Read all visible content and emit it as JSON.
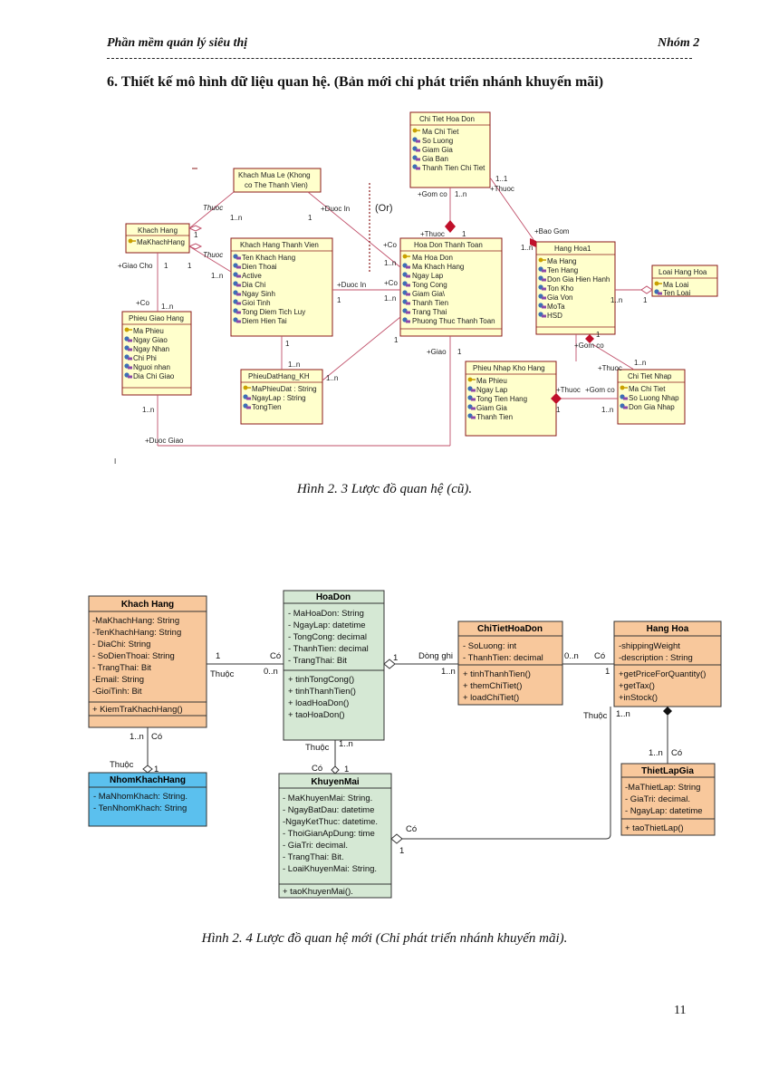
{
  "header": {
    "left": "Phần mềm quản lý siêu thị",
    "right": "Nhóm 2"
  },
  "section_title": "6. Thiết kế mô hình dữ liệu quan hệ. (Bản mới chỉ phát triển nhánh khuyến mãi)",
  "figure1": {
    "caption": "Hình 2. 3 Lược đồ quan hệ (cũ).",
    "entities": {
      "chi_tiet_hoa_don": {
        "title": "Chi Tiet Hoa Don",
        "attrs": [
          "Ma Chi Tiet",
          "So Luong",
          "Giam Gia",
          "Gia Ban",
          "Thanh Tien Chi Tiet"
        ]
      },
      "khach_mua_le": {
        "title_1": "Khach Mua Le (Khong",
        "title_2": "co The Thanh Vien)"
      },
      "khach_hang": {
        "title": "Khach Hang",
        "attrs": [
          "MaKhachHang"
        ]
      },
      "khach_hang_thanh_vien": {
        "title": "Khach Hang Thanh Vien",
        "attrs": [
          "Ten Khach Hang",
          "Dien Thoai",
          "Active",
          "Dia Chi",
          "Ngay Sinh",
          "Gioi Tinh",
          "Tong Diem Tich Luy",
          "Diem Hien Tai"
        ]
      },
      "hoa_don_thanh_toan": {
        "title": "Hoa Don Thanh Toan",
        "attrs": [
          "Ma Hoa Don",
          "Ma Khach Hang",
          "Ngay Lap",
          "Tong Cong",
          "Giam Gia\\",
          "Thanh Tien",
          "Trang Thai",
          "Phuong Thuc Thanh Toan"
        ]
      },
      "hang_hoa1": {
        "title": "Hang Hoa1",
        "attrs": [
          "Ma Hang",
          "Ten Hang",
          "Don Gia Hien Hanh",
          "Ton Kho",
          "Gia Von",
          "MoTa",
          "HSD"
        ]
      },
      "loai_hang_hoa": {
        "title": "Loai Hang Hoa",
        "attrs": [
          "Ma Loai",
          "Ten Loai"
        ]
      },
      "phieu_giao_hang": {
        "title": "Phieu Giao Hang",
        "attrs": [
          "Ma Phieu",
          "Ngay Giao",
          "Ngay Nhan",
          "Chi Phi",
          "Nguoi nhan",
          "Dia Chi Giao"
        ]
      },
      "phieu_dat_hang_kh": {
        "title": "PhieuDatHang_KH",
        "attrs": [
          "MaPhieuDat : String",
          "NgayLap : String",
          "TongTien"
        ]
      },
      "phieu_nhap_kho_hang": {
        "title": "Phieu Nhap Kho Hang",
        "attrs": [
          "Ma Phieu",
          "Ngay Lap",
          "Tong Tien Hang",
          "Giam Gia",
          "Thanh Tien"
        ]
      },
      "chi_tiet_nhap": {
        "title": "Chi Tiet Nhap",
        "attrs": [
          "Ma Chi Tiet",
          "So Luong Nhap",
          "Don Gia Nhap"
        ]
      }
    },
    "labels": {
      "thuoc": "Thuoc",
      "thuoc_plus": "+Thuoc",
      "duoc_in": "+Duoc In",
      "or": "(Or)",
      "co": "+Co",
      "giao_cho": "+Giao Cho",
      "gom_co": "+Gom co",
      "bao_gom": "+Bao Gom",
      "giao": "+Giao",
      "duoc_giao": "+Duoc Giao",
      "one": "1",
      "one_n": "1..n",
      "one_dotn": "1..n",
      "one_one": "1..1",
      "stray": "I"
    }
  },
  "figure2": {
    "caption": "Hình 2. 4 Lược đồ quan hệ mới (Chỉ phát triển nhánh khuyến mãi).",
    "colors": {
      "orange": "#f8c89c",
      "green": "#d5e8d4",
      "blue": "#5bc0ee",
      "border": "#333333"
    },
    "entities": {
      "khach_hang": {
        "title": "Khach Hang",
        "attrs": [
          "-MaKhachHang: String",
          "-TenKhachHang: String",
          "- DiaChi: String",
          "- SoDienThoai: String",
          "- TrangThai: Bit",
          "-Email: String",
          "-GioiTinh: Bit"
        ],
        "methods": [
          "+ KiemTraKhachHang()"
        ]
      },
      "hoa_don": {
        "title": "HoaDon",
        "attrs": [
          "- MaHoaDon: String",
          "- NgayLap: datetime",
          "- TongCong: decimal",
          "- ThanhTien: decimal",
          "- TrangThai: Bit"
        ],
        "methods": [
          "+ tinhTongCong()",
          "+ tinhThanhTien()",
          "+ loadHoaDon()",
          "+ taoHoaDon()"
        ]
      },
      "chi_tiet_hoa_don": {
        "title": "ChiTietHoaDon",
        "attrs": [
          "- SoLuong: int",
          "- ThanhTien: decimal"
        ],
        "methods": [
          "+ tinhThanhTien()",
          "+ themChiTiet()",
          "+ loadChiTiet()"
        ]
      },
      "hang_hoa": {
        "title": "Hang Hoa",
        "attrs": [
          "-shippingWeight",
          "-description : String"
        ],
        "methods": [
          "+getPriceForQuantity()",
          "+getTax()",
          "+inStock()"
        ]
      },
      "nhom_khach_hang": {
        "title": "NhomKhachHang",
        "attrs": [
          "- MaNhomKhach: String.",
          "- TenNhomKhach: String"
        ]
      },
      "khuyen_mai": {
        "title": "KhuyenMai",
        "attrs": [
          "- MaKhuyenMai: String.",
          "- NgayBatDau: datetime",
          "-NgayKetThuc: datetime.",
          "- ThoiGianApDung: time",
          "- GiaTri: decimal.",
          "- TrangThai: Bit.",
          "- LoaiKhuyenMai: String."
        ],
        "methods": [
          "+ taoKhuyenMai()."
        ]
      },
      "thiet_lap_gia": {
        "title": "ThietLapGia",
        "attrs": [
          "-MaThietLap: String",
          "- GiaTri: decimal.",
          "- NgayLap: datetime"
        ],
        "methods": [
          "+ taoThietLap()"
        ]
      }
    },
    "labels": {
      "one": "1",
      "co": "Có",
      "thuoc": "Thuộc",
      "zero_n": "0..n",
      "one_n": "1..n",
      "dong_ghi": "Dòng ghi"
    }
  },
  "page_number": "11"
}
